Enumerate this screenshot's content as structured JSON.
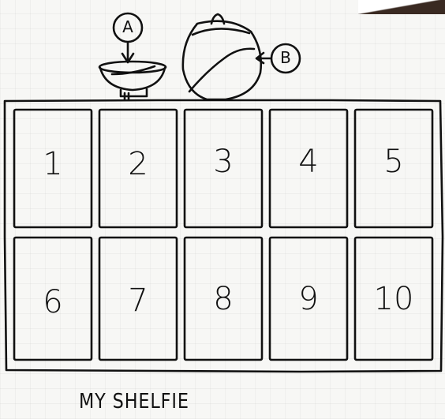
{
  "title": "MY SHELFIE",
  "labels": {
    "a": "A",
    "b": "B"
  },
  "cells": [
    {
      "number": "1"
    },
    {
      "number": "2"
    },
    {
      "number": "3"
    },
    {
      "number": "4"
    },
    {
      "number": "5"
    },
    {
      "number": "6"
    },
    {
      "number": "7"
    },
    {
      "number": "8"
    },
    {
      "number": "9"
    },
    {
      "number": "10"
    }
  ],
  "colors": {
    "ink": "#111111",
    "paper": "#f7f7f5"
  }
}
